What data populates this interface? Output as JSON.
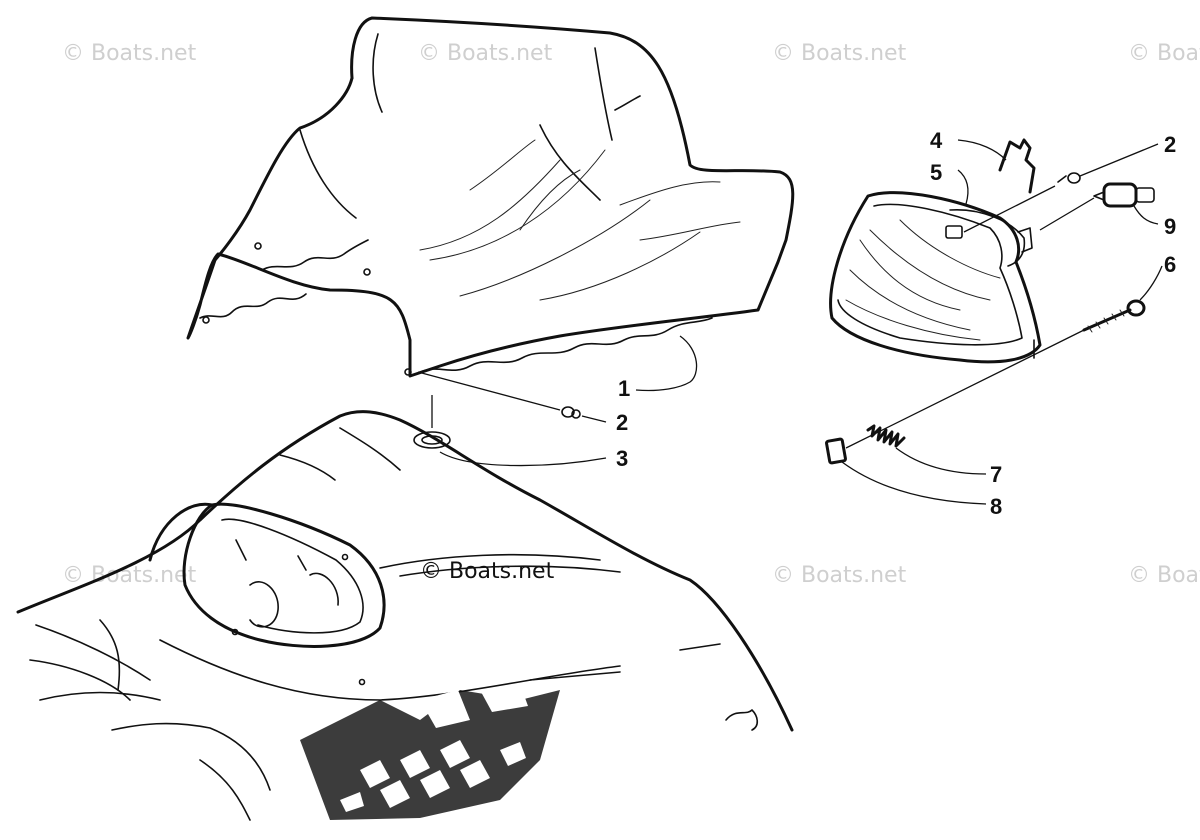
{
  "watermark_text": "© Boats.net",
  "center_watermark_text": "© Boats.net",
  "callouts": {
    "c1": "1",
    "c2a": "2",
    "c2b": "2",
    "c3": "3",
    "c4": "4",
    "c5": "5",
    "c6": "6",
    "c7": "7",
    "c8": "8",
    "c9": "9"
  }
}
